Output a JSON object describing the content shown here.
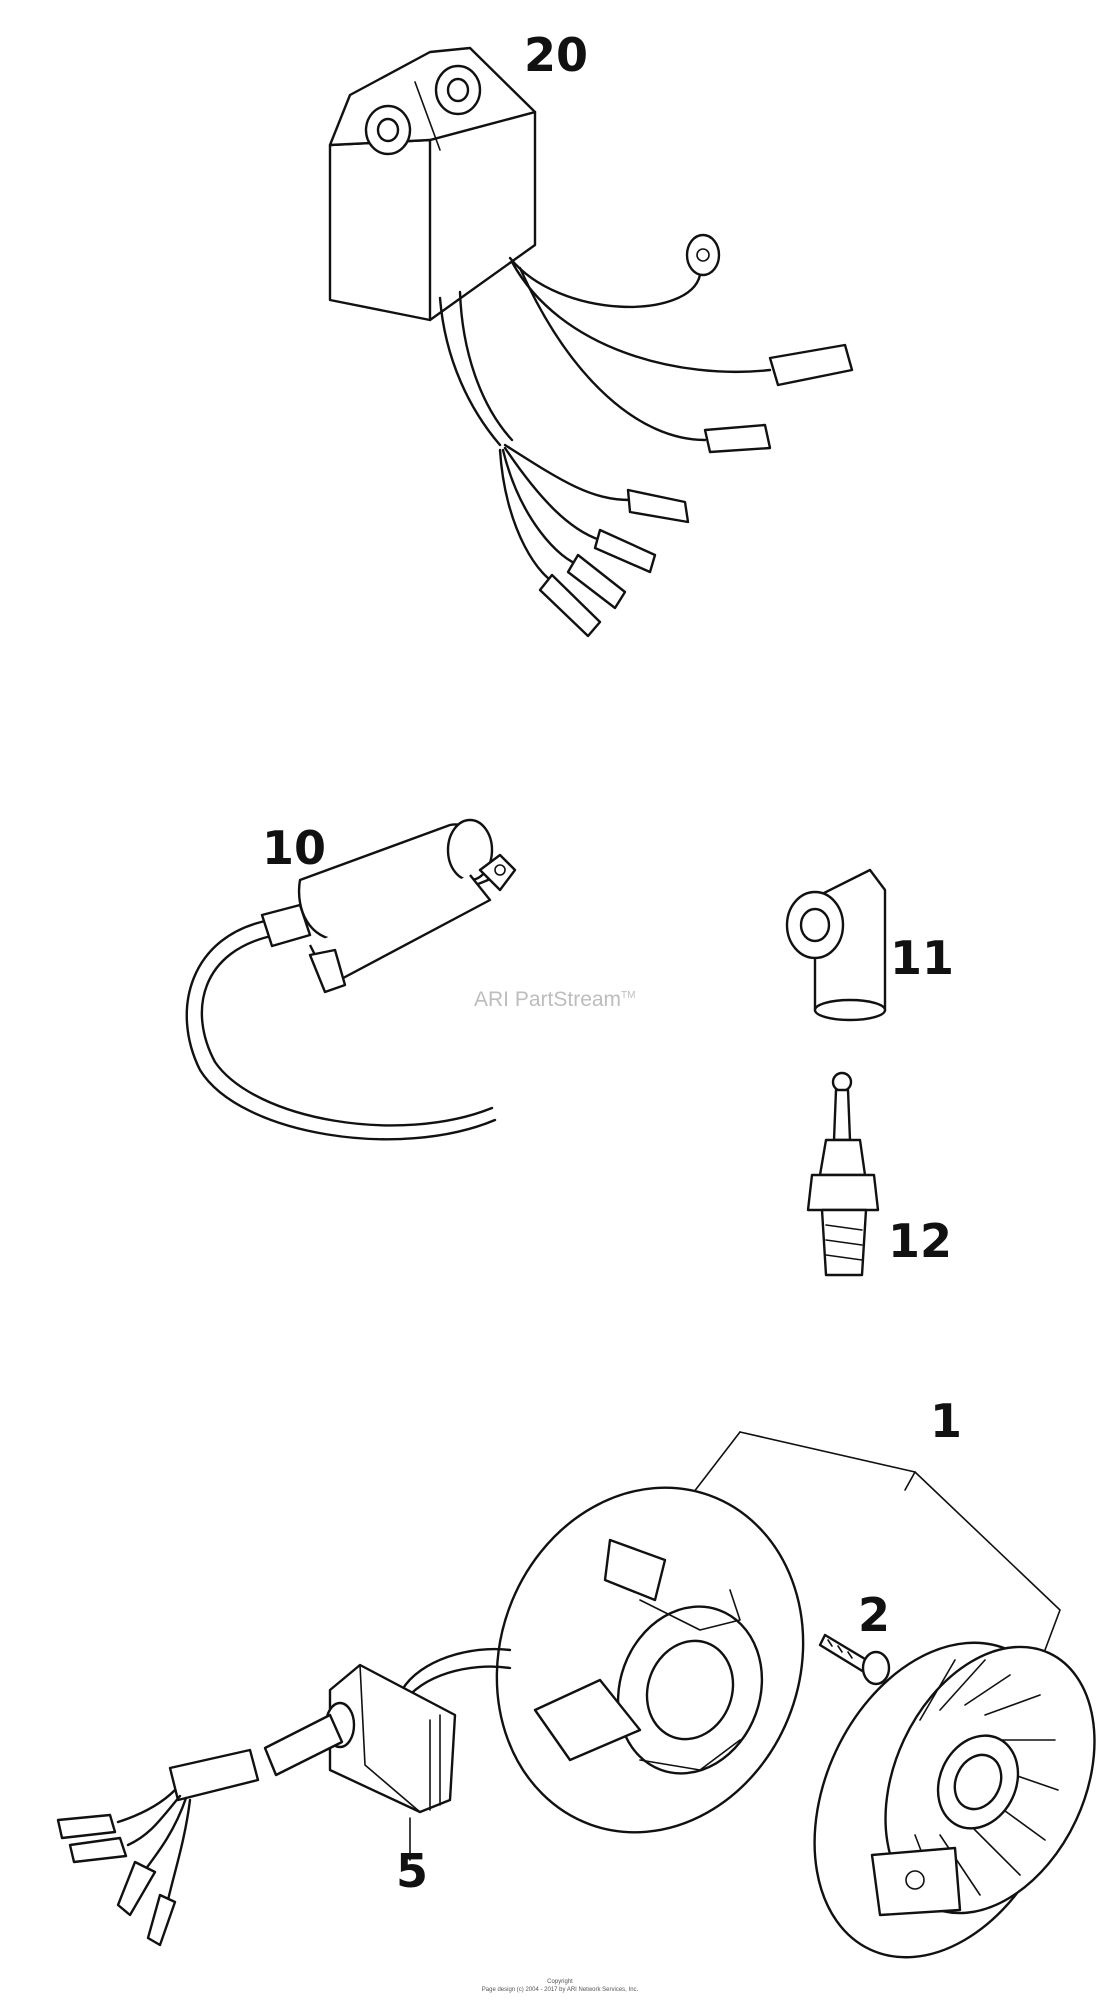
{
  "callouts": {
    "c20": "20",
    "c10": "10",
    "c11": "11",
    "c12": "12",
    "c1": "1",
    "c2": "2",
    "c5": "5"
  },
  "watermark": {
    "text": "ARI PartStream",
    "mark": "TM"
  },
  "footer": {
    "line1": "Copyright",
    "line2": "Page design (c) 2004 - 2017 by ARI Network Services, Inc."
  }
}
